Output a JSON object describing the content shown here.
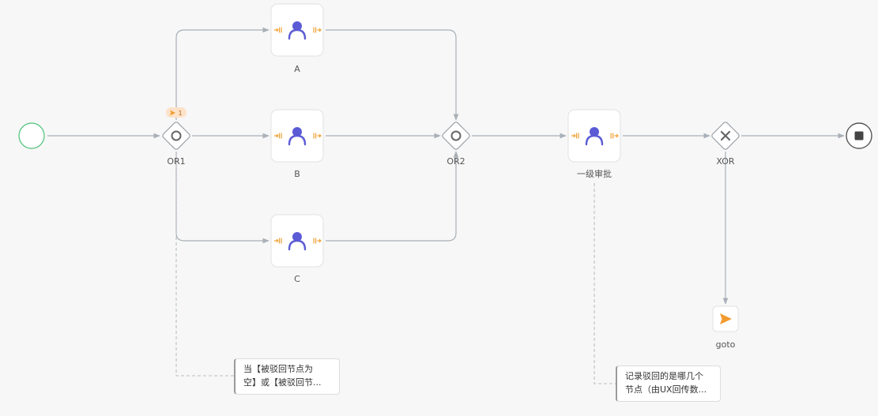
{
  "nodes": {
    "task_a": "A",
    "task_b": "B",
    "task_c": "C",
    "gateway_or1": "OR1",
    "gateway_or2": "OR2",
    "task_approval": "一级审批",
    "gateway_xor": "XOR",
    "goto": "goto"
  },
  "badge": {
    "count": "1"
  },
  "annotations": {
    "or1_note": [
      "当【被驳回节点为",
      "空】或【被驳回节..."
    ],
    "approval_note": [
      "记录驳回的是哪几个",
      "节点（由UX回传数..."
    ]
  },
  "colors": {
    "line": "#a9b0b8",
    "user_icon": "#5b5bd6",
    "port_marker": "#f0a030",
    "start_border": "#4cc27a",
    "goto_arrow": "#f29a2e"
  }
}
